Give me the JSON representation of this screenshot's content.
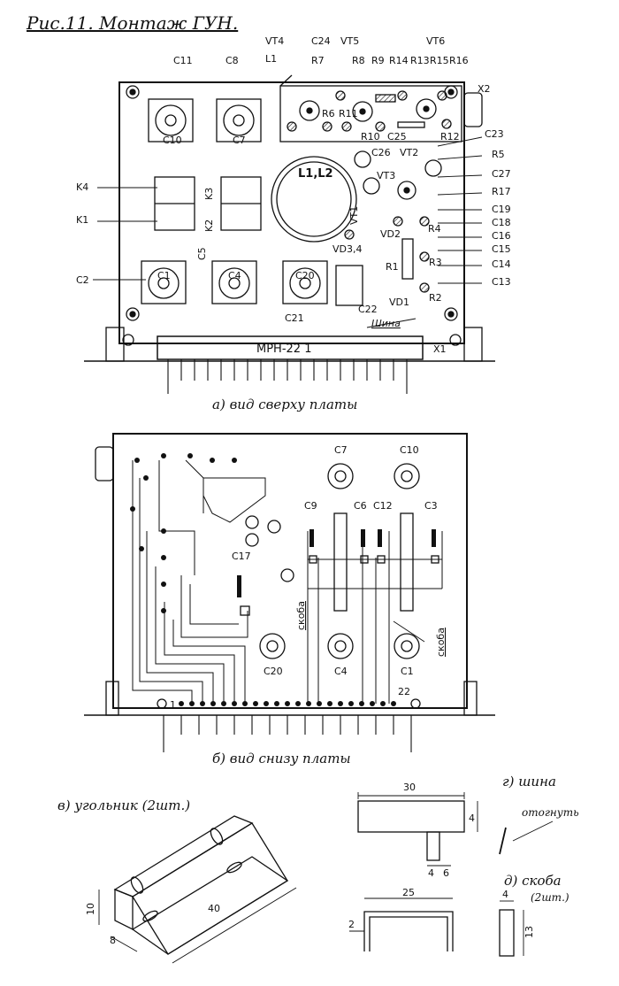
{
  "figure": {
    "title": "Рис.11. Монтаж ГУН."
  },
  "top_view": {
    "caption": "а) вид сверху платы",
    "module_label": "МРН-22 1",
    "components": [
      "C11",
      "C8",
      "VT4",
      "L1",
      "C24",
      "R7",
      "VT5",
      "R8",
      "R9",
      "R14",
      "R13",
      "R15",
      "VT6",
      "R16",
      "X2",
      "C10",
      "C7",
      "R6",
      "R11",
      "R10",
      "C25",
      "R12",
      "C23",
      "C26",
      "VT2",
      "R5",
      "C27",
      "L1,L2",
      "VT3",
      "R17",
      "C19",
      "K4",
      "K3",
      "VT1",
      "C18",
      "K1",
      "K2",
      "VD2",
      "R4",
      "C16",
      "C15",
      "VD3,4",
      "C5",
      "R1",
      "R3",
      "C14",
      "C2",
      "C1",
      "C4",
      "C20",
      "VD1",
      "C13",
      "R2",
      "C21",
      "C22",
      "Шина",
      "X1"
    ]
  },
  "bottom_view": {
    "caption": "б) вид снизу платы",
    "labels": [
      "C7",
      "C10",
      "C9",
      "C6",
      "C12",
      "C3",
      "C17",
      "скоба",
      "скоба",
      "C20",
      "C4",
      "C1",
      "1",
      "22"
    ]
  },
  "detail_v": {
    "caption": "в) угольник (2шт.)",
    "dims": [
      "10",
      "8",
      "40"
    ]
  },
  "detail_g": {
    "caption": "г) шина",
    "dims": [
      "30",
      "4",
      "4",
      "6"
    ],
    "note": "отогнуть"
  },
  "detail_d": {
    "caption": "д) скоба",
    "qty": "(2шт.)",
    "dims": [
      "25",
      "2",
      "4",
      "13"
    ]
  }
}
